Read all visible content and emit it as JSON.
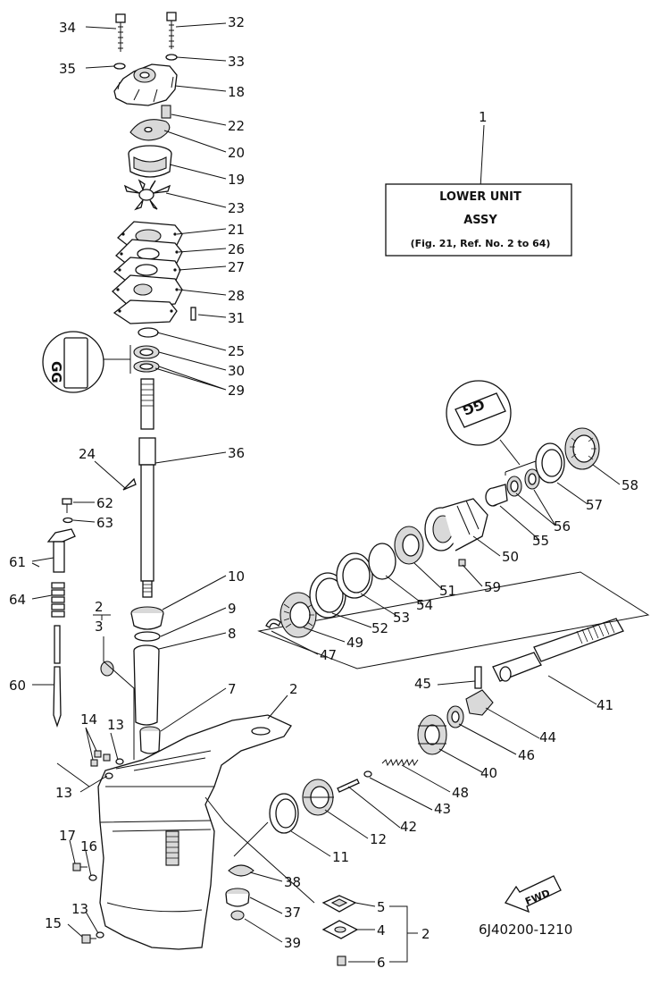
{
  "assembly_box": {
    "callout": "1",
    "title_line1": "LOWER UNIT",
    "title_line2": "ASSY",
    "reference": "(Fig. 21, Ref. No. 2 to 64)"
  },
  "part_labels": [
    "34",
    "32",
    "35",
    "33",
    "18",
    "22",
    "20",
    "19",
    "23",
    "21",
    "26",
    "27",
    "28",
    "31",
    "25",
    "30",
    "29",
    "24",
    "36",
    "62",
    "63",
    "61",
    "64",
    "10",
    "9",
    "8",
    "60",
    "7",
    "14",
    "13",
    "13",
    "17",
    "16",
    "15",
    "13",
    "2",
    "11",
    "12",
    "42",
    "43",
    "48",
    "40",
    "46",
    "44",
    "41",
    "45",
    "38",
    "37",
    "39",
    "5",
    "4",
    "2",
    "6",
    "47",
    "49",
    "52",
    "53",
    "54",
    "51",
    "59",
    "50",
    "55",
    "56",
    "57",
    "58",
    "3"
  ],
  "inset_marks": [
    "GG",
    "GG"
  ],
  "bracket_label": "2",
  "fwd_label": "FWD",
  "drawing_code": "6J40200-1210"
}
